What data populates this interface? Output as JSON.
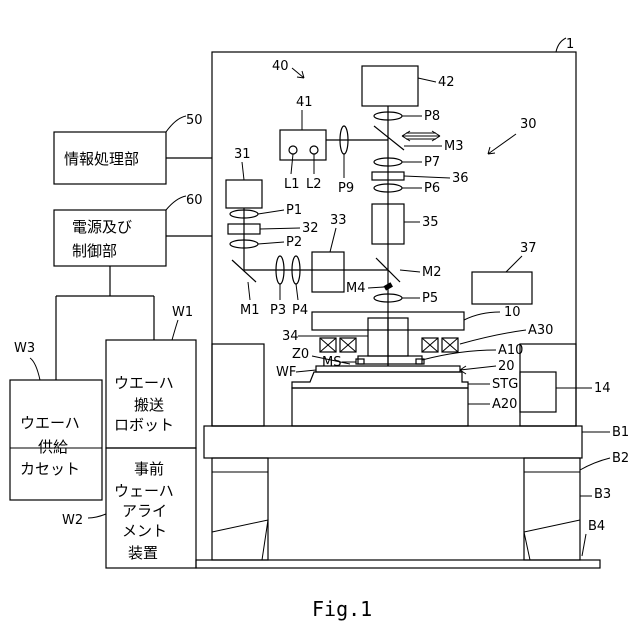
{
  "figure": {
    "caption": "Fig.1",
    "boxes": {
      "info": "情報処理部",
      "power_1": "電源及び",
      "power_2": "制御部",
      "robot_1": "ウエーハ",
      "robot_2": "搬送",
      "robot_3": "ロボット",
      "cassette_1": "ウエーハ",
      "cassette_2": "供給",
      "cassette_3": "カセット",
      "align_1": "事前",
      "align_2": "ウェーハ",
      "align_3": "アライ",
      "align_4": "メント",
      "align_5": "装置"
    },
    "labels": {
      "n1": "1",
      "n10": "10",
      "n14": "14",
      "n20": "20",
      "n30": "30",
      "n31": "31",
      "n32": "32",
      "n33": "33",
      "n34": "34",
      "n35": "35",
      "n36": "36",
      "n37": "37",
      "n40": "40",
      "n41": "41",
      "n42": "42",
      "n50": "50",
      "n60": "60",
      "A10": "A10",
      "A20": "A20",
      "A30": "A30",
      "B1": "B1",
      "B2": "B2",
      "B3": "B3",
      "B4": "B4",
      "L1": "L1",
      "L2": "L2",
      "M1": "M1",
      "M2": "M2",
      "M3": "M3",
      "M4": "M4",
      "MS": "MS",
      "P1": "P1",
      "P2": "P2",
      "P3": "P3",
      "P4": "P4",
      "P5": "P5",
      "P6": "P6",
      "P7": "P7",
      "P8": "P8",
      "P9": "P9",
      "STG": "STG",
      "WF": "WF",
      "Z0": "Z0",
      "W1": "W1",
      "W2": "W2",
      "W3": "W3"
    }
  }
}
